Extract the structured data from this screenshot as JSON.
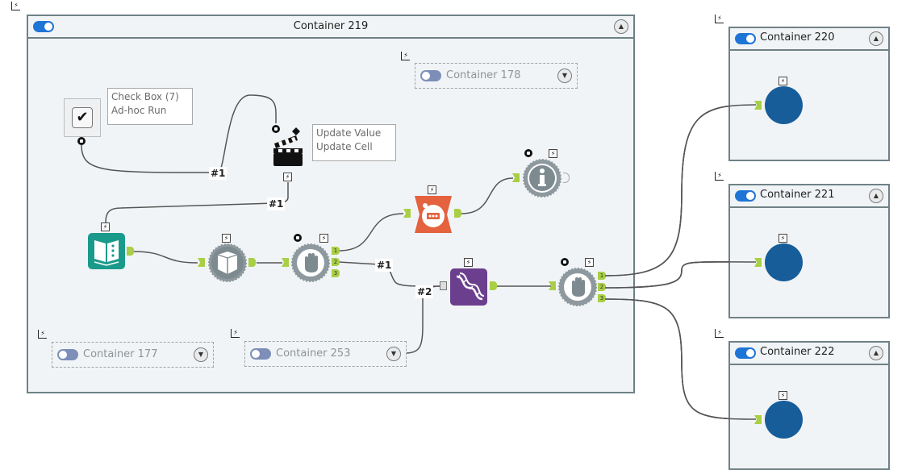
{
  "canvas": {
    "background": "#ffffff"
  },
  "colors": {
    "container_border": "#6f8187",
    "container_bg": "#f1f4f6",
    "toggle_on": "#1f75d6",
    "toggle_off": "#7d8fb8",
    "anchor_green": "#a8cf45",
    "input_tool_teal": "#1a9a8a",
    "orange_tool": "#e4623e",
    "purple_tool": "#6b3f8e",
    "output_circle": "#175d9a",
    "gray_tool": "#7d8b90"
  },
  "containers": {
    "c219": {
      "title": "Container 219",
      "enabled": true,
      "collapsed": false
    },
    "c178": {
      "title": "Container 178",
      "enabled": false,
      "collapsed": true
    },
    "c177": {
      "title": "Container 177",
      "enabled": false,
      "collapsed": true
    },
    "c253": {
      "title": "Container 253",
      "enabled": false,
      "collapsed": true
    },
    "c220": {
      "title": "Container 220",
      "enabled": true,
      "collapsed": false
    },
    "c221": {
      "title": "Container 221",
      "enabled": true,
      "collapsed": false
    },
    "c222": {
      "title": "Container 222",
      "enabled": true,
      "collapsed": false
    }
  },
  "icons": {
    "bolt": "⚡",
    "collapse_up": "▲",
    "expand_down": "▼",
    "checkmark": "✔"
  },
  "annotations": {
    "checkbox": "Check Box (7)\nAd-hoc Run",
    "action": "Update Value\nUpdate Cell"
  },
  "connection_labels": {
    "cb_to_action": "#1",
    "action_to_input": "#1",
    "hand_to_tool": "#1",
    "c253_to_tool": "#2"
  },
  "tools": [
    {
      "id": "checkbox",
      "name": "Check Box"
    },
    {
      "id": "action",
      "name": "Action"
    },
    {
      "id": "macro-input",
      "name": "Macro Input"
    },
    {
      "id": "input-book",
      "name": "Input Data"
    },
    {
      "id": "block-until-done-1",
      "name": "Block Until Done"
    },
    {
      "id": "random-sample",
      "name": "Sample"
    },
    {
      "id": "message",
      "name": "Message"
    },
    {
      "id": "dna-tool",
      "name": "Generate Rows"
    },
    {
      "id": "block-until-done-2",
      "name": "Block Until Done"
    },
    {
      "id": "output-220",
      "name": "Output"
    },
    {
      "id": "output-221",
      "name": "Output"
    },
    {
      "id": "output-222",
      "name": "Output"
    }
  ],
  "anchor_numbers": [
    "1",
    "2",
    "3"
  ]
}
